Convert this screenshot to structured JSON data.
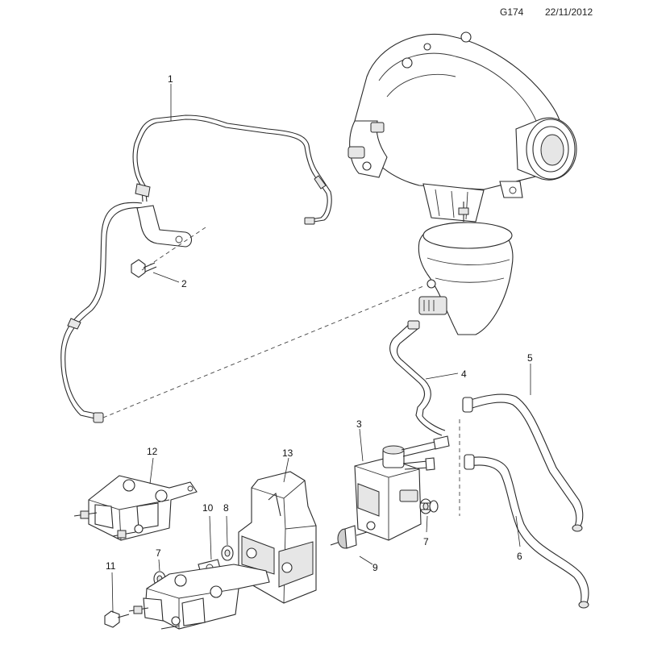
{
  "header": {
    "code": "G174",
    "date": "22/11/2012"
  },
  "callouts": {
    "c1": "1",
    "c2": "2",
    "c3": "3",
    "c4": "4",
    "c5": "5",
    "c6": "6",
    "c7a": "7",
    "c7b": "7",
    "c8": "8",
    "c9": "9",
    "c10": "10",
    "c11": "11",
    "c12": "12",
    "c13": "13"
  }
}
